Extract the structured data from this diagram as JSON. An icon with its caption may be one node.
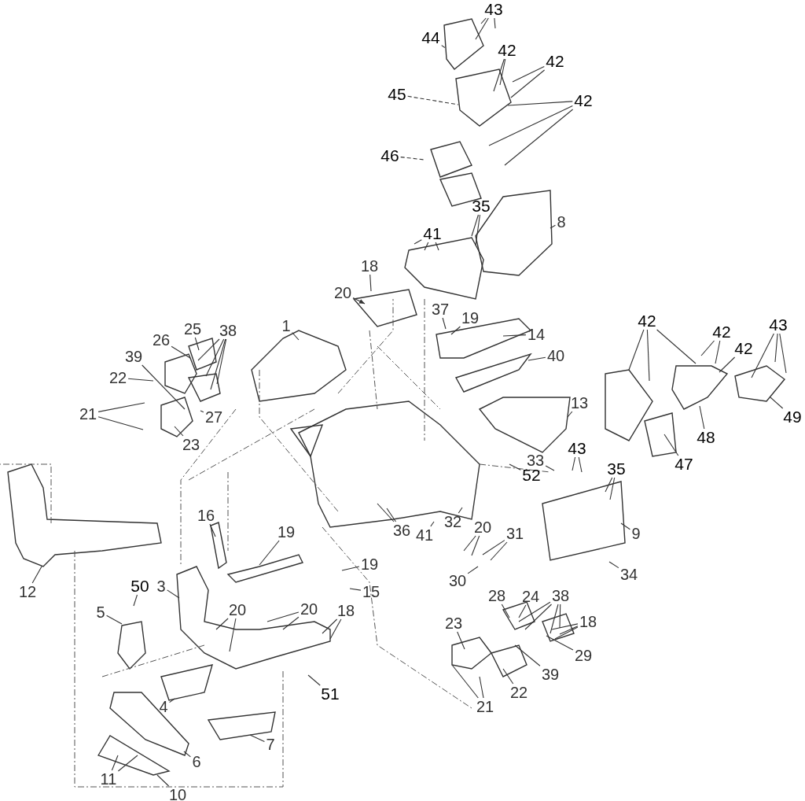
{
  "diagram": {
    "nodes": [
      {
        "text": [
          "43"
        ]
      },
      {
        "text": [
          "44"
        ]
      },
      {
        "text": [
          "42"
        ]
      },
      {
        "text": [
          "42"
        ]
      },
      {
        "text": [
          "45"
        ]
      },
      {
        "text": [
          "42"
        ]
      },
      {
        "text": [
          "46"
        ]
      },
      {
        "text": [
          "41"
        ]
      },
      {
        "text": [
          "35"
        ]
      },
      {
        "text": [
          "8"
        ]
      },
      {
        "text": [
          "18"
        ]
      },
      {
        "text": [
          "20"
        ]
      },
      {
        "text": [
          "1"
        ]
      },
      {
        "text": [
          "25"
        ]
      },
      {
        "text": [
          "38"
        ]
      },
      {
        "text": [
          "26"
        ]
      },
      {
        "text": [
          "39"
        ]
      },
      {
        "text": [
          "37"
        ]
      },
      {
        "text": [
          "19"
        ]
      },
      {
        "text": [
          "14"
        ]
      },
      {
        "text": [
          "22"
        ]
      },
      {
        "text": [
          "40"
        ]
      },
      {
        "text": [
          "21"
        ]
      },
      {
        "text": [
          "27"
        ]
      },
      {
        "text": [
          "13"
        ]
      },
      {
        "text": [
          "23"
        ]
      },
      {
        "text": [
          "42"
        ]
      },
      {
        "text": [
          "42"
        ]
      },
      {
        "text": [
          "42"
        ]
      },
      {
        "text": [
          "43"
        ]
      },
      {
        "text": [
          "49"
        ]
      },
      {
        "text": [
          "48"
        ]
      },
      {
        "text": [
          "47"
        ]
      },
      {
        "text": [
          "16"
        ]
      },
      {
        "text": [
          "19"
        ]
      },
      {
        "text": [
          "33"
        ]
      },
      {
        "text": [
          "43"
        ]
      },
      {
        "text": [
          "35"
        ]
      },
      {
        "text": [
          "52"
        ]
      },
      {
        "text": [
          "12"
        ]
      },
      {
        "text": [
          "36"
        ]
      },
      {
        "text": [
          "41"
        ]
      },
      {
        "text": [
          "32"
        ]
      },
      {
        "text": [
          "9"
        ]
      },
      {
        "text": [
          "20"
        ]
      },
      {
        "text": [
          "31"
        ]
      },
      {
        "text": [
          "19"
        ]
      },
      {
        "text": [
          "15"
        ]
      },
      {
        "text": [
          "30"
        ]
      },
      {
        "text": [
          "34"
        ]
      },
      {
        "text": [
          "50"
        ]
      },
      {
        "text": [
          "3"
        ]
      },
      {
        "text": [
          "5"
        ]
      },
      {
        "text": [
          "20"
        ]
      },
      {
        "text": [
          "20"
        ]
      },
      {
        "text": [
          "18"
        ]
      },
      {
        "text": [
          "28"
        ]
      },
      {
        "text": [
          "24"
        ]
      },
      {
        "text": [
          "38"
        ]
      },
      {
        "text": [
          "18"
        ]
      },
      {
        "text": [
          "23"
        ]
      },
      {
        "text": [
          "29"
        ]
      },
      {
        "text": [
          "39"
        ]
      },
      {
        "text": [
          "22"
        ]
      },
      {
        "text": [
          "21"
        ]
      },
      {
        "text": [
          "51"
        ]
      },
      {
        "text": [
          "4"
        ]
      },
      {
        "text": [
          "7"
        ]
      },
      {
        "text": [
          "6"
        ]
      },
      {
        "text": [
          "11"
        ]
      },
      {
        "text": [
          "10"
        ]
      }
    ],
    "edges": [
      {
        "from": 0,
        "to": null,
        "arrow": "none"
      },
      {
        "from": 0,
        "to": null,
        "arrow": "none"
      },
      {
        "from": 0,
        "to": null,
        "arrow": "none"
      },
      {
        "from": 1,
        "to": null,
        "arrow": "none",
        "style": "dashed"
      },
      {
        "from": 2,
        "to": null,
        "arrow": "none"
      },
      {
        "from": 2,
        "to": null,
        "arrow": "none"
      },
      {
        "from": 3,
        "to": null,
        "arrow": "none"
      },
      {
        "from": 3,
        "to": null,
        "arrow": "none"
      },
      {
        "from": 4,
        "to": null,
        "arrow": "none",
        "style": "dashed"
      },
      {
        "from": 5,
        "to": null,
        "arrow": "none"
      },
      {
        "from": 5,
        "to": null,
        "arrow": "none"
      },
      {
        "from": 5,
        "to": null,
        "arrow": "none"
      },
      {
        "from": 6,
        "to": null,
        "arrow": "none",
        "style": "dashed"
      },
      {
        "from": 7,
        "to": null,
        "arrow": "none"
      },
      {
        "from": 7,
        "to": null,
        "arrow": "none"
      },
      {
        "from": 7,
        "to": null,
        "arrow": "none"
      },
      {
        "from": 8,
        "to": null,
        "arrow": "none"
      },
      {
        "from": 8,
        "to": null,
        "arrow": "none"
      },
      {
        "from": 9,
        "to": null,
        "arrow": "none"
      },
      {
        "from": 10,
        "to": null,
        "arrow": "none"
      },
      {
        "from": 11,
        "to": null,
        "arrow": "to"
      },
      {
        "from": 12,
        "to": null,
        "arrow": "none"
      },
      {
        "from": 13,
        "to": null,
        "arrow": "none"
      },
      {
        "from": 14,
        "to": null,
        "arrow": "none"
      },
      {
        "from": 14,
        "to": null,
        "arrow": "none"
      },
      {
        "from": 14,
        "to": null,
        "arrow": "none"
      },
      {
        "from": 14,
        "to": null,
        "arrow": "none"
      },
      {
        "from": 15,
        "to": null,
        "arrow": "none"
      },
      {
        "from": 16,
        "to": null,
        "arrow": "none"
      },
      {
        "from": 17,
        "to": null,
        "arrow": "none"
      },
      {
        "from": 18,
        "to": null,
        "arrow": "none"
      },
      {
        "from": 19,
        "to": null,
        "arrow": "none"
      },
      {
        "from": 20,
        "to": null,
        "arrow": "none"
      },
      {
        "from": 21,
        "to": null,
        "arrow": "none"
      },
      {
        "from": 22,
        "to": null,
        "arrow": "none"
      },
      {
        "from": 22,
        "to": null,
        "arrow": "none"
      },
      {
        "from": 23,
        "to": null,
        "arrow": "none"
      },
      {
        "from": 24,
        "to": null,
        "arrow": "none"
      },
      {
        "from": 25,
        "to": null,
        "arrow": "none"
      },
      {
        "from": 26,
        "to": null,
        "arrow": "none"
      },
      {
        "from": 26,
        "to": null,
        "arrow": "none"
      },
      {
        "from": 26,
        "to": null,
        "arrow": "none"
      },
      {
        "from": 27,
        "to": null,
        "arrow": "none"
      },
      {
        "from": 27,
        "to": null,
        "arrow": "none"
      },
      {
        "from": 28,
        "to": null,
        "arrow": "none"
      },
      {
        "from": 29,
        "to": null,
        "arrow": "none"
      },
      {
        "from": 29,
        "to": null,
        "arrow": "none"
      },
      {
        "from": 29,
        "to": null,
        "arrow": "none"
      },
      {
        "from": 30,
        "to": null,
        "arrow": "none"
      },
      {
        "from": 31,
        "to": null,
        "arrow": "none"
      },
      {
        "from": 32,
        "to": null,
        "arrow": "none"
      },
      {
        "from": 33,
        "to": null,
        "arrow": "none"
      },
      {
        "from": 34,
        "to": null,
        "arrow": "none"
      },
      {
        "from": 35,
        "to": null,
        "arrow": "none"
      },
      {
        "from": 36,
        "to": null,
        "arrow": "none"
      },
      {
        "from": 36,
        "to": null,
        "arrow": "none"
      },
      {
        "from": 37,
        "to": null,
        "arrow": "none"
      },
      {
        "from": 37,
        "to": null,
        "arrow": "none"
      },
      {
        "from": 38,
        "to": null,
        "arrow": "none"
      },
      {
        "from": 39,
        "to": null,
        "arrow": "none"
      },
      {
        "from": 40,
        "to": null,
        "arrow": "none"
      },
      {
        "from": 40,
        "to": null,
        "arrow": "none"
      },
      {
        "from": 41,
        "to": null,
        "arrow": "none"
      },
      {
        "from": 42,
        "to": null,
        "arrow": "none"
      },
      {
        "from": 43,
        "to": null,
        "arrow": "none"
      },
      {
        "from": 44,
        "to": null,
        "arrow": "none"
      },
      {
        "from": 44,
        "to": null,
        "arrow": "none"
      },
      {
        "from": 45,
        "to": null,
        "arrow": "none"
      },
      {
        "from": 45,
        "to": null,
        "arrow": "none"
      },
      {
        "from": 46,
        "to": null,
        "arrow": "none"
      },
      {
        "from": 47,
        "to": null,
        "arrow": "none"
      },
      {
        "from": 48,
        "to": null,
        "arrow": "none"
      },
      {
        "from": 49,
        "to": null,
        "arrow": "none"
      },
      {
        "from": 50,
        "to": null,
        "arrow": "none"
      },
      {
        "from": 51,
        "to": null,
        "arrow": "none"
      },
      {
        "from": 52,
        "to": null,
        "arrow": "none"
      },
      {
        "from": 53,
        "to": null,
        "arrow": "none"
      },
      {
        "from": 53,
        "to": null,
        "arrow": "none"
      },
      {
        "from": 54,
        "to": null,
        "arrow": "none"
      },
      {
        "from": 54,
        "to": null,
        "arrow": "none"
      },
      {
        "from": 55,
        "to": null,
        "arrow": "none"
      },
      {
        "from": 55,
        "to": null,
        "arrow": "none"
      },
      {
        "from": 56,
        "to": null,
        "arrow": "none"
      },
      {
        "from": 57,
        "to": null,
        "arrow": "none"
      },
      {
        "from": 58,
        "to": null,
        "arrow": "none"
      },
      {
        "from": 58,
        "to": null,
        "arrow": "none"
      },
      {
        "from": 58,
        "to": null,
        "arrow": "none"
      },
      {
        "from": 58,
        "to": null,
        "arrow": "none"
      },
      {
        "from": 59,
        "to": null,
        "arrow": "none"
      },
      {
        "from": 59,
        "to": null,
        "arrow": "none"
      },
      {
        "from": 59,
        "to": null,
        "arrow": "none"
      },
      {
        "from": 60,
        "to": null,
        "arrow": "none"
      },
      {
        "from": 61,
        "to": null,
        "arrow": "none"
      },
      {
        "from": 62,
        "to": null,
        "arrow": "none"
      },
      {
        "from": 63,
        "to": null,
        "arrow": "none"
      },
      {
        "from": 64,
        "to": null,
        "arrow": "none"
      },
      {
        "from": 64,
        "to": null,
        "arrow": "none"
      },
      {
        "from": 65,
        "to": null,
        "arrow": "none"
      },
      {
        "from": 66,
        "to": null,
        "arrow": "none"
      },
      {
        "from": 67,
        "to": null,
        "arrow": "none"
      },
      {
        "from": 68,
        "to": null,
        "arrow": "none"
      },
      {
        "from": 69,
        "to": null,
        "arrow": "none"
      },
      {
        "from": 69,
        "to": null,
        "arrow": "none"
      },
      {
        "from": 70,
        "to": null,
        "arrow": "none"
      }
    ]
  }
}
